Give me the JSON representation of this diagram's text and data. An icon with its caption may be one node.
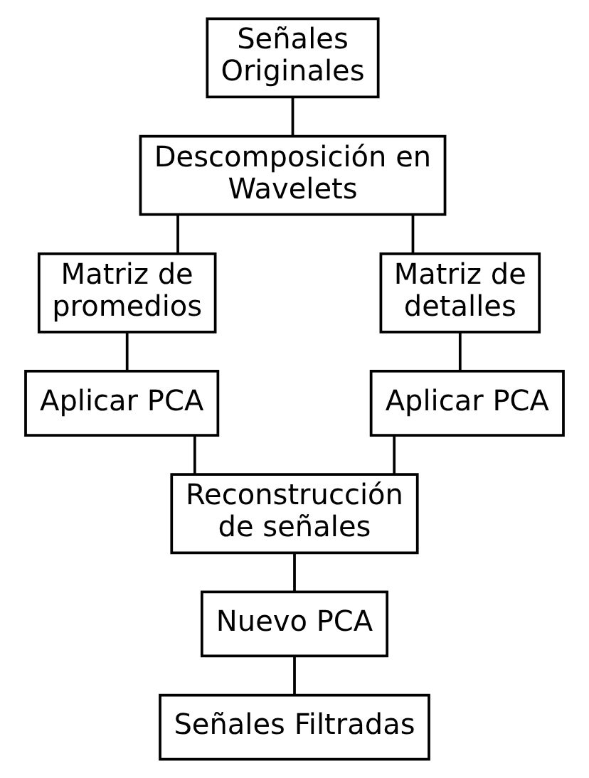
{
  "diagram": {
    "nodes": [
      {
        "text": [
          "Señales Originales"
        ]
      },
      {
        "text": [
          "Descomposición en Wavelets"
        ]
      },
      {
        "text": [
          "Matriz de promedios"
        ]
      },
      {
        "text": [
          "Matriz de detalles"
        ]
      },
      {
        "text": [
          "Aplicar PCA"
        ]
      },
      {
        "text": [
          "Aplicar PCA"
        ]
      },
      {
        "text": [
          "Reconstrucción de señales"
        ]
      },
      {
        "text": [
          "Nuevo PCA"
        ]
      },
      {
        "text": [
          "Señales Filtradas"
        ]
      }
    ],
    "edges": [
      {
        "from": 0,
        "to": 1,
        "arrow": "none"
      },
      {
        "from": 1,
        "to": 2,
        "arrow": "none"
      },
      {
        "from": 1,
        "to": 3,
        "arrow": "none"
      },
      {
        "from": 2,
        "to": 4,
        "arrow": "none"
      },
      {
        "from": 3,
        "to": 5,
        "arrow": "none"
      },
      {
        "from": 4,
        "to": 6,
        "arrow": "none"
      },
      {
        "from": 5,
        "to": 6,
        "arrow": "none"
      },
      {
        "from": 6,
        "to": 7,
        "arrow": "none"
      },
      {
        "from": 7,
        "to": 8,
        "arrow": "none"
      }
    ]
  }
}
